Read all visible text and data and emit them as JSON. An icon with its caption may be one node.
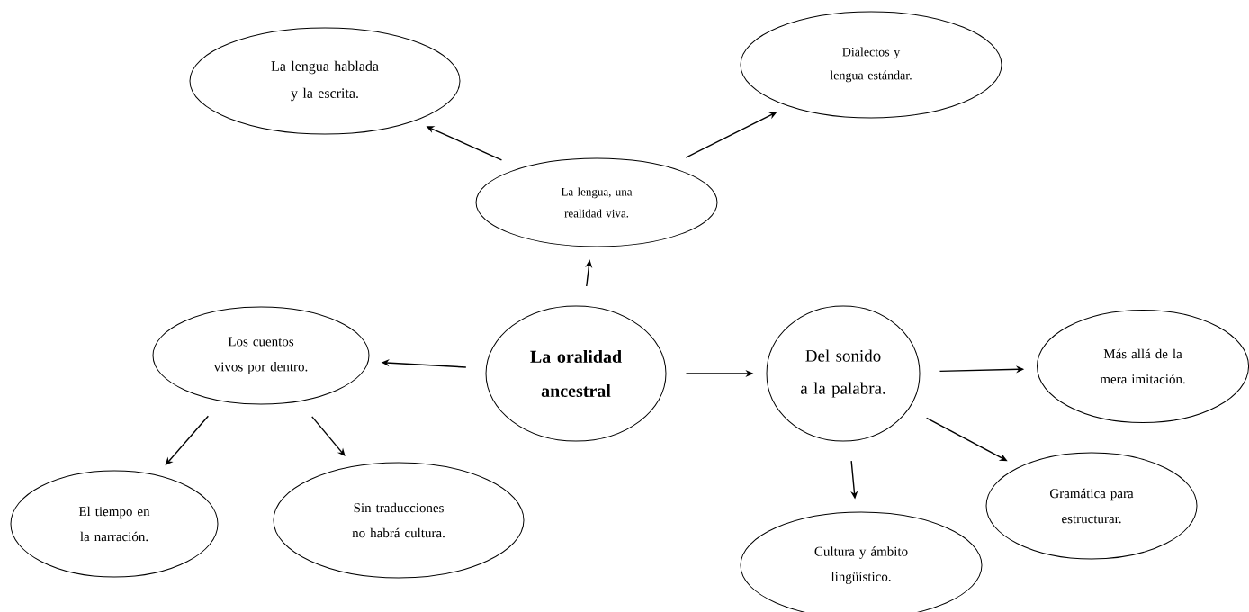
{
  "diagram": {
    "nodes": [
      {
        "text": [
          "La oralidad ancestral"
        ]
      },
      {
        "text": [
          "La lengua, una realidad viva."
        ]
      },
      {
        "text": [
          "La lengua hablada y la escrita."
        ]
      },
      {
        "text": [
          "Dialectos y lengua estándar."
        ]
      },
      {
        "text": [
          "Los cuentos vivos por dentro."
        ]
      },
      {
        "text": [
          "El tiempo en la narración."
        ]
      },
      {
        "text": [
          "Sin traducciones no habrá cultura."
        ]
      },
      {
        "text": [
          "Del sonido a la palabra."
        ]
      },
      {
        "text": [
          "Más allá de la mera imitación."
        ]
      },
      {
        "text": [
          "Cultura y ámbito lingüístico."
        ]
      },
      {
        "text": [
          "Gramática para estructurar."
        ]
      }
    ],
    "edges": [
      {
        "from": 0,
        "to": 1,
        "arrow": "to"
      },
      {
        "from": 1,
        "to": 2,
        "arrow": "to"
      },
      {
        "from": 1,
        "to": 3,
        "arrow": "to"
      },
      {
        "from": 0,
        "to": 4,
        "arrow": "to"
      },
      {
        "from": 4,
        "to": 5,
        "arrow": "to"
      },
      {
        "from": 4,
        "to": 6,
        "arrow": "to"
      },
      {
        "from": 0,
        "to": 7,
        "arrow": "to"
      },
      {
        "from": 7,
        "to": 8,
        "arrow": "to"
      },
      {
        "from": 7,
        "to": 9,
        "arrow": "to"
      },
      {
        "from": 7,
        "to": 10,
        "arrow": "to"
      }
    ]
  }
}
